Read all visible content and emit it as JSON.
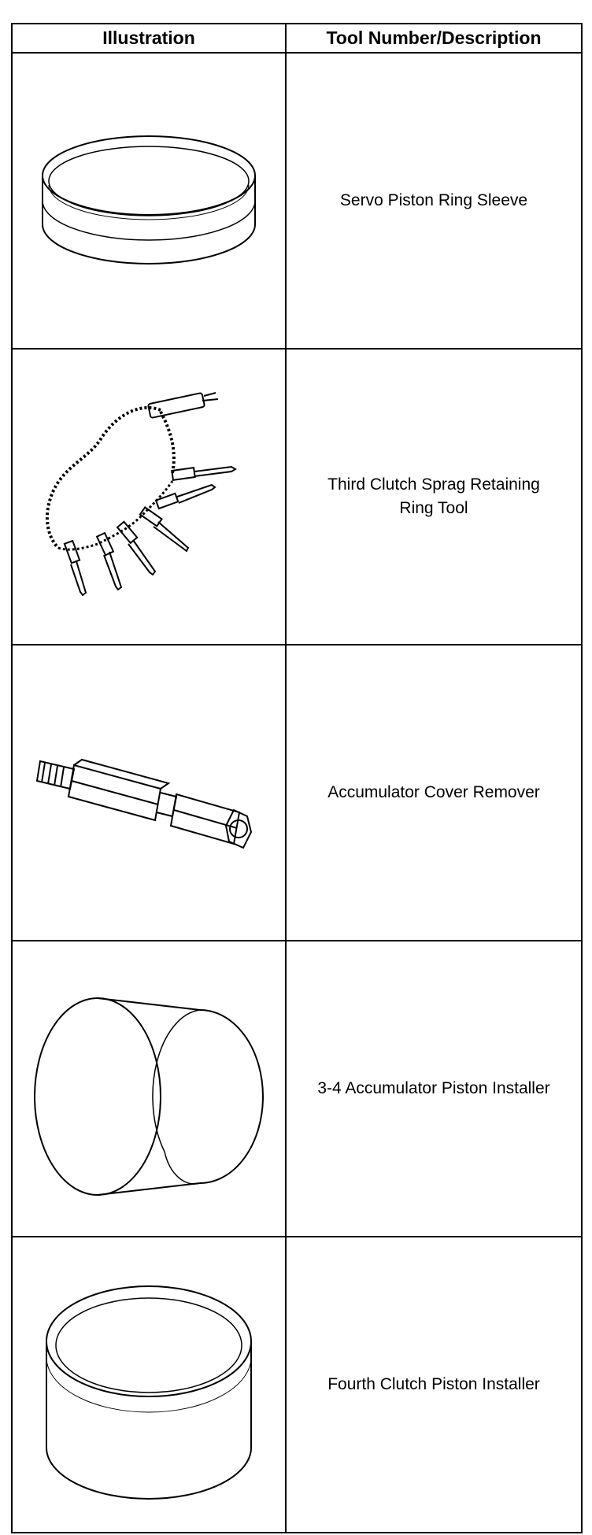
{
  "table": {
    "headers": {
      "illustration": "Illustration",
      "description": "Tool Number/Description"
    },
    "rows": [
      {
        "description": "Servo Piston Ring Sleeve",
        "icon": "ring-sleeve-icon"
      },
      {
        "description": "Third Clutch Sprag Retaining Ring Tool",
        "icon": "sprag-retaining-tool-icon"
      },
      {
        "description": "Accumulator Cover Remover",
        "icon": "cover-remover-icon"
      },
      {
        "description": "3-4 Accumulator Piston Installer",
        "icon": "piston-installer-cylinder-icon"
      },
      {
        "description": "Fourth Clutch Piston Installer",
        "icon": "clutch-piston-installer-icon"
      }
    ]
  }
}
